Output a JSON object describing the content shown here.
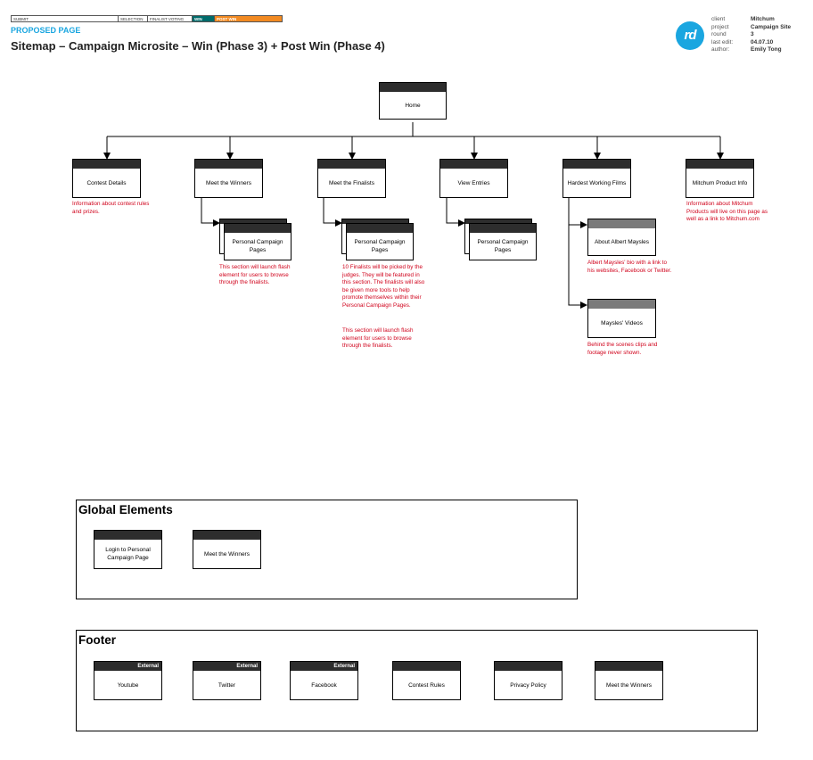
{
  "phases": [
    "SUBMIT",
    "SELECTION",
    "FINALIST VOTING",
    "WIN",
    "POST WIN"
  ],
  "header": {
    "label": "PROPOSED PAGE",
    "title": "Sitemap – Campaign Microsite – Win (Phase 3) + Post Win (Phase 4)"
  },
  "logo": "rd",
  "meta": {
    "client_key": "client",
    "client_val": "Mitchum",
    "project_key": "project",
    "project_val": "Campaign Site",
    "round_key": "round",
    "round_val": "3",
    "edit_key": "last edit:",
    "edit_val": "04.07.10",
    "author_key": "author:",
    "author_val": "Emily Tong"
  },
  "sitemap": {
    "home": "Home",
    "contest_details": "Contest Details",
    "meet_winners": "Meet the Winners",
    "meet_finalists": "Meet the Finalists",
    "view_entries": "View Entries",
    "hardest_working": "Hardest Working Films",
    "product_info": "Mitchum Product Info",
    "personal_pages": "Personal Campaign Pages",
    "about_maysles": "About Albert Maysles",
    "maysles_videos": "Maysles' Videos"
  },
  "notes": {
    "contest_details": "Information about contest rules and prizes.",
    "product_info": "Information about Mitchum Products will live on this page as well as a link to Mitchum.com",
    "winners_pages": "This section will launch flash element for users to browse through the finalists.",
    "finalists_pages_1": "10 Finalists will be picked by the judges. They will be featured in this section. The finalists will also be given more tools to help promote themselves within their Personal Campaign Pages.",
    "finalists_pages_2": "This section will launch flash element for users to browse through the finalists.",
    "about_maysles": "Albert Maysles' bio with a link to his websites, Facebook or Twitter.",
    "maysles_videos": "Behind the scenes clips and footage never shown."
  },
  "global": {
    "title": "Global Elements",
    "login": "Login to Personal Campaign Page",
    "meet_winners": "Meet the Winners"
  },
  "footer": {
    "title": "Footer",
    "external": "External",
    "youtube": "Youtube",
    "twitter": "Twitter",
    "facebook": "Facebook",
    "contest_rules": "Contest Rules",
    "privacy": "Privacy Policy",
    "meet_winners": "Meet the Winners"
  },
  "colors": {
    "accent_blue": "#1aa6e0",
    "note_red": "#d0021b",
    "win_phase": "#006b6b",
    "post_win_phase": "#f28a22",
    "box_header": "#2d2d2d"
  }
}
